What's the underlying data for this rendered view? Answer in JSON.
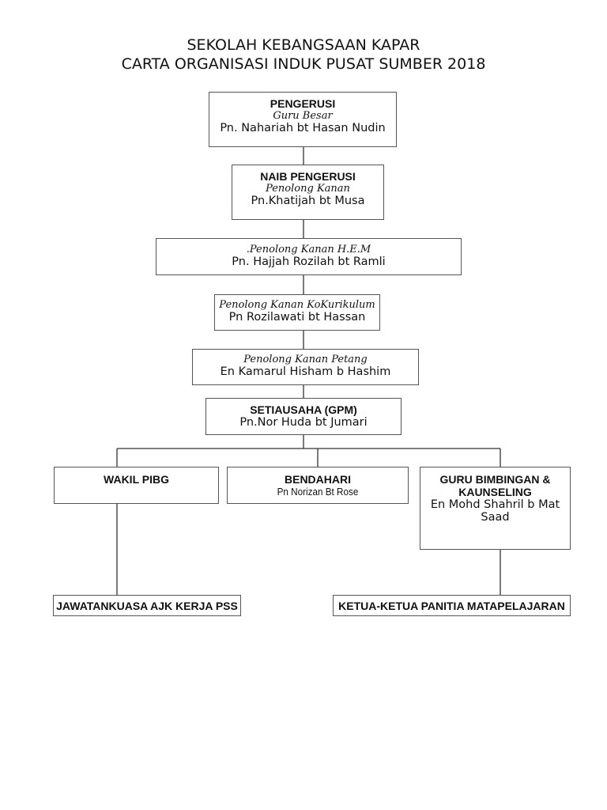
{
  "header": {
    "line1": "SEKOLAH KEBANGSAAN KAPAR",
    "line2": "CARTA ORGANISASI INDUK PUSAT SUMBER 2018"
  },
  "chart": {
    "pengerusi": {
      "role": "PENGERUSI",
      "sub": "Guru Besar",
      "name": "Pn. Nahariah bt Hasan Nudin"
    },
    "naib": {
      "role": "NAIB PENGERUSI",
      "sub": "Penolong Kanan",
      "name": "Pn.Khatijah bt Musa"
    },
    "hem": {
      "sub": ".Penolong Kanan H.E.M",
      "name": "Pn. Hajjah Rozilah bt Ramli"
    },
    "koku": {
      "sub": "Penolong Kanan KoKurikulum",
      "name": "Pn Rozilawati bt Hassan"
    },
    "petang": {
      "sub": "Penolong Kanan Petang",
      "name": "En Kamarul Hisham b Hashim"
    },
    "setiausaha": {
      "role": "SETIAUSAHA (GPM)",
      "name": "Pn.Nor Huda bt Jumari"
    },
    "wakil": {
      "role": "WAKIL PIBG"
    },
    "bendahari": {
      "role": "BENDAHARI",
      "name": "Pn Norizan Bt Rose"
    },
    "bk": {
      "role": "GURU BIMBINGAN & KAUNSELING",
      "name": "En Mohd Shahril b Mat Saad"
    },
    "ajk": {
      "role": "JAWATANKUASA AJK KERJA PSS"
    },
    "panitia": {
      "role": "KETUA-KETUA PANITIA MATAPELAJARAN"
    }
  }
}
